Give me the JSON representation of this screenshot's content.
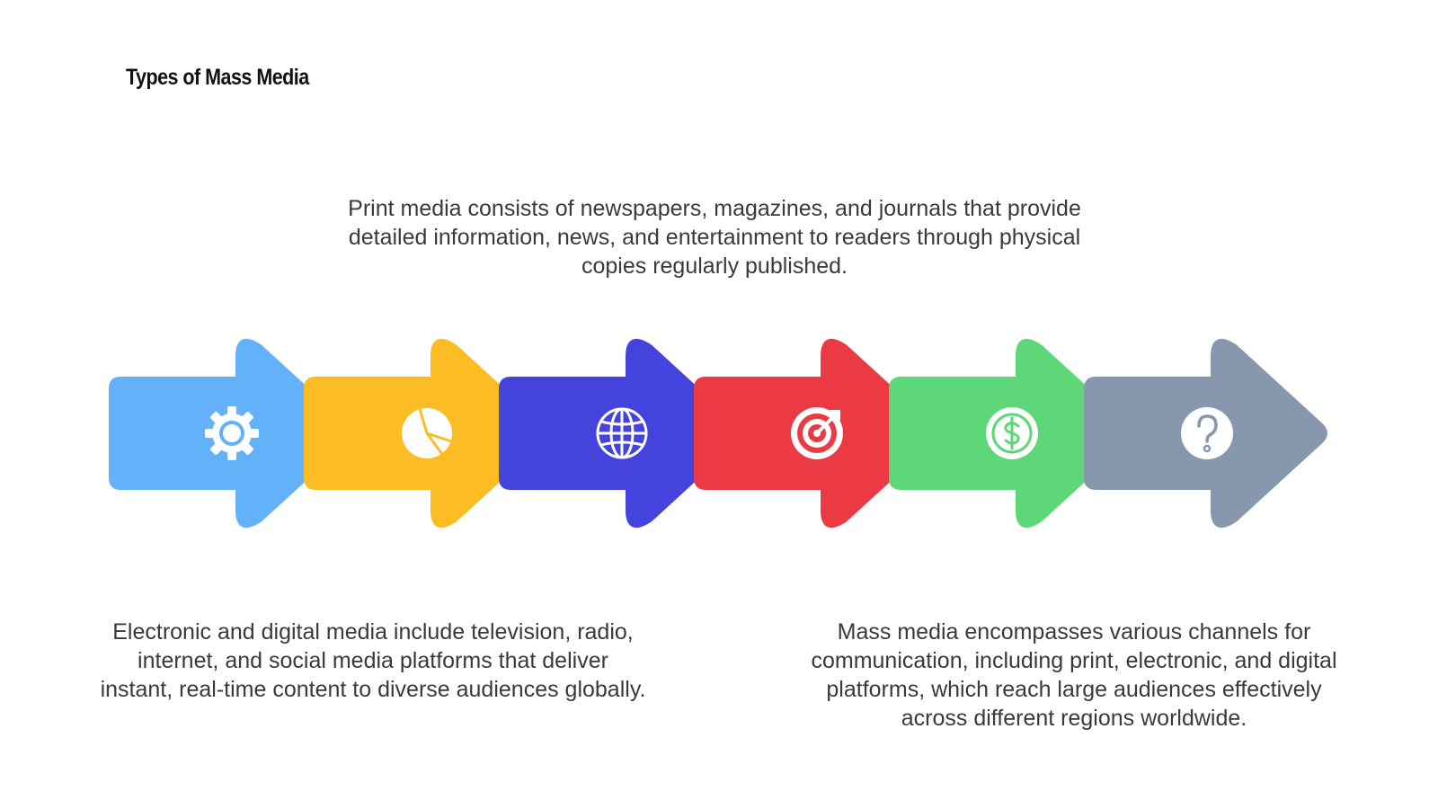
{
  "title": "Types of Mass Media",
  "descriptions": {
    "top": "Print media consists of newspapers, magazines, and journals that provide detailed information, news, and entertainment to readers through physical copies regularly published.",
    "bottom_left": "Electronic and digital media include television, radio, internet, and social media platforms that deliver instant, real-time content to diverse audiences globally.",
    "bottom_right": "Mass media encompasses various channels for communication, including print, electronic, and digital platforms, which reach large audiences effectively across different regions worldwide."
  },
  "arrows": [
    {
      "color": "#62b1f9",
      "icon": "gear-icon"
    },
    {
      "color": "#fbbd23",
      "icon": "pie-chart-icon"
    },
    {
      "color": "#4543dd",
      "icon": "globe-icon"
    },
    {
      "color": "#ec3a45",
      "icon": "target-icon"
    },
    {
      "color": "#5dd778",
      "icon": "dollar-coin-icon"
    },
    {
      "color": "#8798ae",
      "icon": "question-mark-icon"
    }
  ]
}
